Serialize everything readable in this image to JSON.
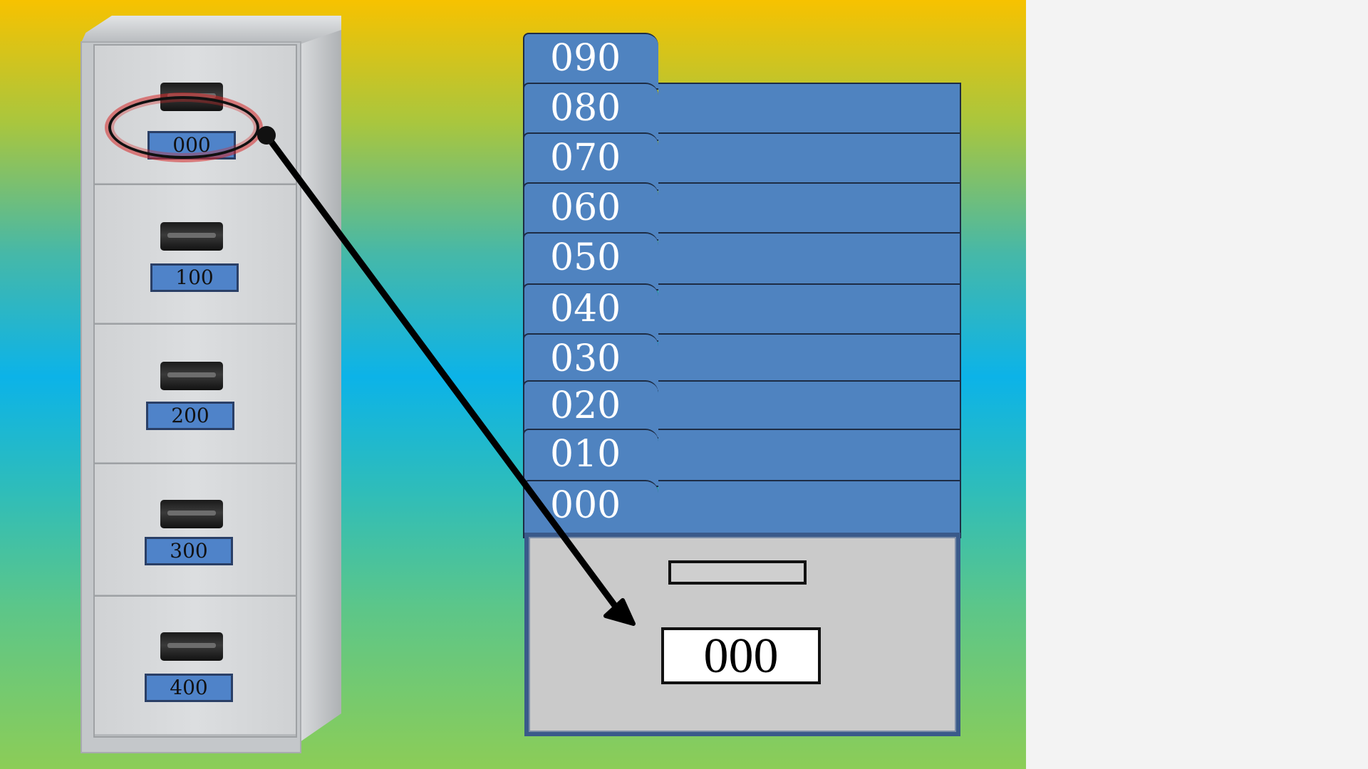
{
  "cabinet": {
    "drawers": [
      {
        "label": "000"
      },
      {
        "label": "100"
      },
      {
        "label": "200"
      },
      {
        "label": "300"
      },
      {
        "label": "400"
      }
    ]
  },
  "guides": [
    "090",
    "080",
    "070",
    "060",
    "050",
    "040",
    "030",
    "020",
    "010",
    "000"
  ],
  "open_drawer": {
    "label": "000"
  },
  "colors": {
    "background_top": "#f7c200",
    "background_mid": "#0cb3e8",
    "background_bottom": "#8ccd57",
    "guide_blue": "#4f83c0",
    "label_blue": "#4f83c9",
    "highlight_red": "#d62828"
  }
}
